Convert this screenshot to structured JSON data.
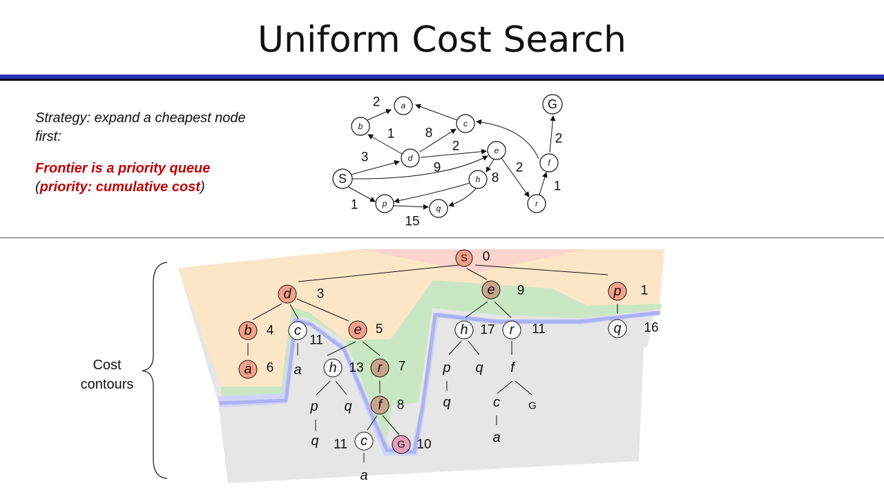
{
  "title": "Uniform Cost Search",
  "strategy": {
    "text": "Strategy: expand a cheapest node first:",
    "frontier_main": "Frontier is a priority queue",
    "frontier_paren_open": "(",
    "frontier_paren_text": "priority: cumulative cost",
    "frontier_paren_close": ")"
  },
  "contours_label": {
    "line1": "Cost",
    "line2": "contours"
  },
  "graph": {
    "nodes": {
      "S": "S",
      "a": "a",
      "b": "b",
      "c": "c",
      "d": "d",
      "e": "e",
      "f": "f",
      "G": "G",
      "h": "h",
      "p": "p",
      "q": "q",
      "r": "r"
    },
    "weights": {
      "b_a": "2",
      "d_b": "1",
      "d_c": "8",
      "S_d": "3",
      "d_e": "2",
      "S_e": "9",
      "e_r": "2",
      "h_p": "8",
      "f_G": "2",
      "r_f": "1",
      "S_p": "1",
      "p_q": "15"
    }
  },
  "tree": {
    "nodes": {
      "S": "S",
      "d": "d",
      "e": "e",
      "p": "p",
      "b": "b",
      "c": "c",
      "e2": "e",
      "h": "h",
      "r": "r",
      "q": "q",
      "a": "a",
      "a2": "a",
      "h2": "h",
      "r2": "r",
      "p2": "p",
      "q2": "q",
      "f": "f",
      "p3": "p",
      "q3": "q",
      "f2": "f",
      "q4": "q",
      "c2": "c",
      "G2": "G",
      "c3": "c",
      "G": "G",
      "q5": "q",
      "a3": "a",
      "a4": "a"
    },
    "costs": {
      "S": "0",
      "d": "3",
      "e": "9",
      "p": "1",
      "b": "4",
      "c": "11",
      "e2": "5",
      "h": "17",
      "r": "11",
      "q": "16",
      "a": "6",
      "h2": "13",
      "r2": "7",
      "f": "8",
      "c3": "11",
      "G": "10"
    }
  }
}
